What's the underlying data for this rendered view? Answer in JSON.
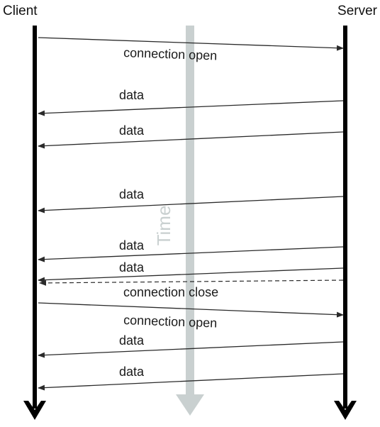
{
  "diagram": {
    "type": "sequence",
    "left_actor": "Client",
    "right_actor": "Server",
    "time_axis_label": "Time",
    "colors": {
      "lifeline": "#000000",
      "message": "#2a2a2a",
      "time_axis": "#c9d0d0"
    },
    "messages": [
      {
        "label": "connection open",
        "from": "Client",
        "to": "Server",
        "style": "solid"
      },
      {
        "label": "data",
        "from": "Server",
        "to": "Client",
        "style": "solid"
      },
      {
        "label": "data",
        "from": "Server",
        "to": "Client",
        "style": "solid"
      },
      {
        "label": "data",
        "from": "Server",
        "to": "Client",
        "style": "solid"
      },
      {
        "label": "data",
        "from": "Server",
        "to": "Client",
        "style": "solid"
      },
      {
        "label": "data",
        "from": "Server",
        "to": "Client",
        "style": "solid"
      },
      {
        "label": "connection close",
        "from": "Server",
        "to": "Client",
        "style": "dashed"
      },
      {
        "label": "connection open",
        "from": "Client",
        "to": "Server",
        "style": "solid"
      },
      {
        "label": "data",
        "from": "Server",
        "to": "Client",
        "style": "solid"
      },
      {
        "label": "data",
        "from": "Server",
        "to": "Client",
        "style": "solid"
      }
    ]
  }
}
